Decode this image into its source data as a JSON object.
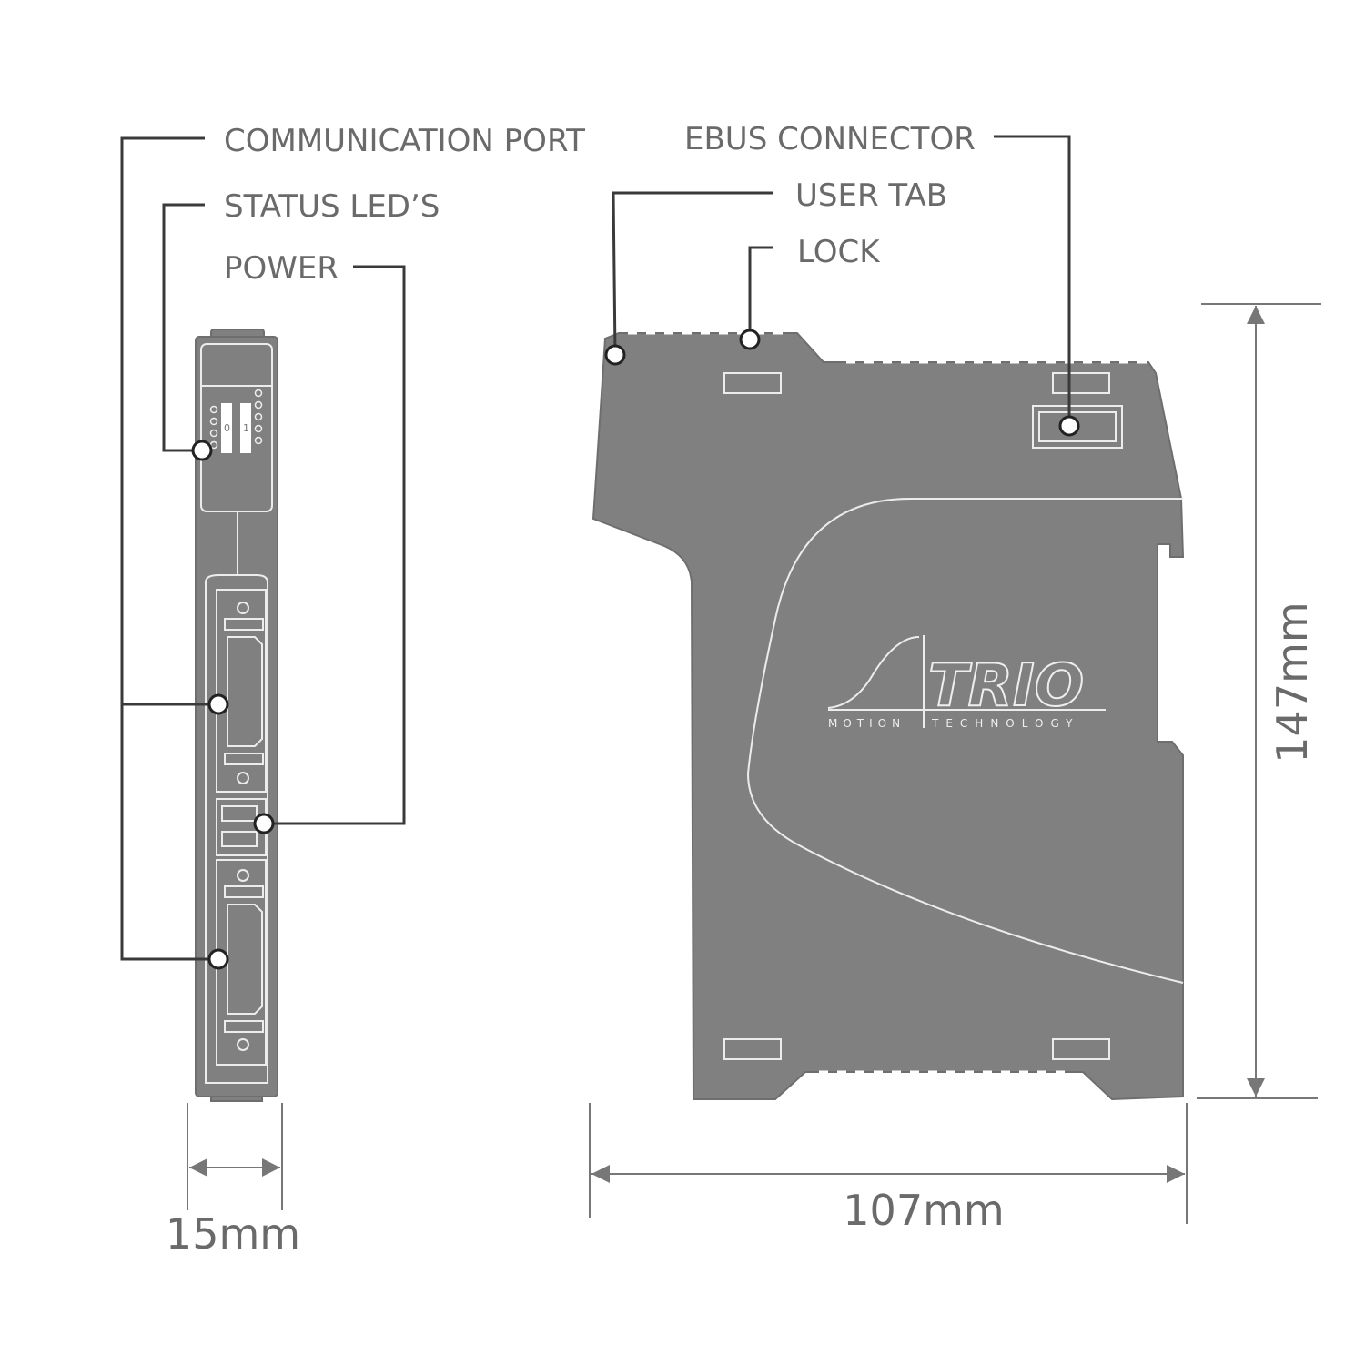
{
  "labels": {
    "communication_port": "COMMUNICATION PORT",
    "status_leds": "STATUS LED’S",
    "power": "POWER",
    "ebus_connector": "EBUS CONNECTOR",
    "user_tab": "USER TAB",
    "lock": "LOCK"
  },
  "dimensions": {
    "width_front": "15mm",
    "depth_side": "107mm",
    "height": "147mm"
  },
  "led_labels": {
    "left": "0",
    "right": "1"
  },
  "logo": {
    "brand": "TRIO",
    "tagline_left": "MOTION",
    "tagline_right": "TECHNOLOGY"
  },
  "colors": {
    "body": "#808080",
    "leader": "#3a3a3a",
    "text": "#6a6a6a"
  }
}
